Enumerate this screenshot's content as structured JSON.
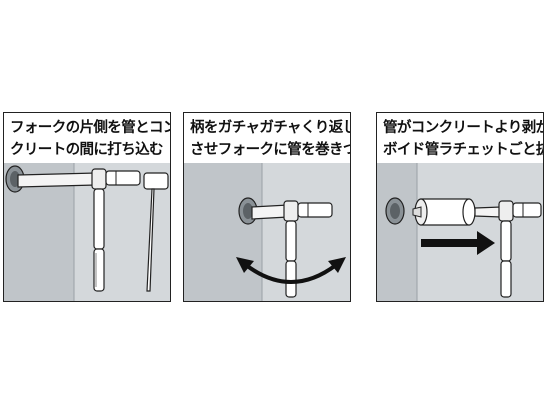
{
  "steps": [
    {
      "caption_line1": "フォークの片側を管とコン",
      "caption_line2": "クリートの間に打ち込む"
    },
    {
      "caption_line1": "柄をガチャガチャくり返し往復",
      "caption_line2": "させフォークに管を巻きつける"
    },
    {
      "caption_line1": "管がコンクリートより剥がれたら",
      "caption_line2": "ボイド管ラチェットごと抜き取る"
    }
  ],
  "colors": {
    "wall": "#9aa1a6",
    "wall_light": "#d4d8db",
    "panel_bg": "#ffffff",
    "outline": "#222222",
    "arrow": "#111111"
  }
}
